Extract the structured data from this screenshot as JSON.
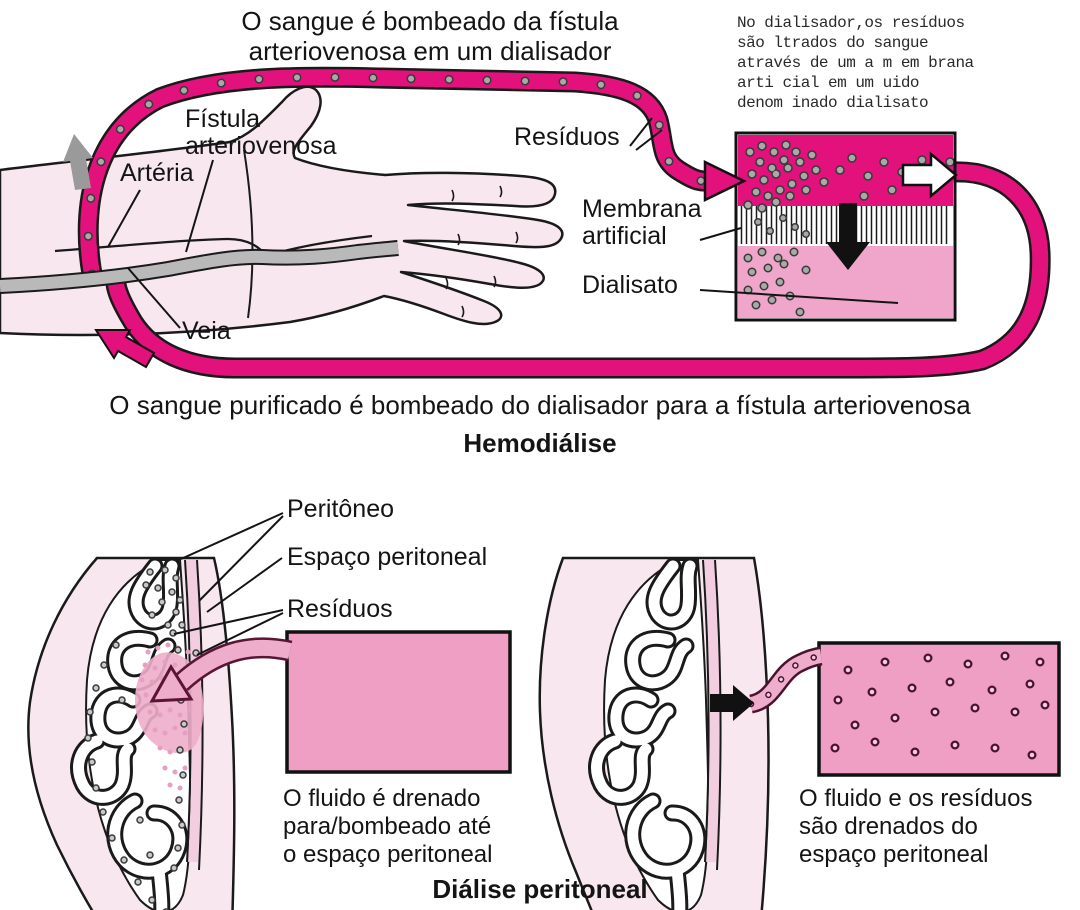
{
  "hemodialysis": {
    "top_caption": [
      "O sangue é bombeado da fístula",
      "arteriovenosa em um dialisador"
    ],
    "info_note": [
      "No dialisador,os resíduos",
      "são  ltrados do sangue",
      "através de um a m em brana",
      "arti cial em um  uido",
      "denom inado dialisato"
    ],
    "labels": {
      "fistula": [
        "Fístula",
        "arteriovenosa"
      ],
      "arteria": "Artéria",
      "veia": "Veia",
      "residuos": "Resíduos",
      "membrana": [
        "Membrana",
        "artificial"
      ],
      "dialisato": "Dialisato"
    },
    "bottom_caption": "O sangue purificado é bombeado do dialisador para a fístula arteriovenosa",
    "section_title": "Hemodiálise"
  },
  "peritoneal": {
    "labels": {
      "peritoneo": "Peritôneo",
      "espaco_peritoneal": "Espaço peritoneal",
      "residuos": "Resíduos"
    },
    "left_caption": [
      "O fluido é drenado",
      "para/bombeado até",
      "o espaço peritoneal"
    ],
    "right_caption": [
      "O fluido e os resíduos",
      "são drenados do",
      "espaço peritoneal"
    ],
    "section_title": "Diálise peritoneal"
  },
  "colors": {
    "blood_magenta": "#e2117c",
    "dialysate_pink": "#f0a6ca",
    "fluid_box_pink": "#ef9fc4",
    "skin_pink": "#f8e7ee",
    "vessel_gray": "#b9b9b9",
    "particle_gray": "#909090",
    "ink_black": "#141414"
  }
}
